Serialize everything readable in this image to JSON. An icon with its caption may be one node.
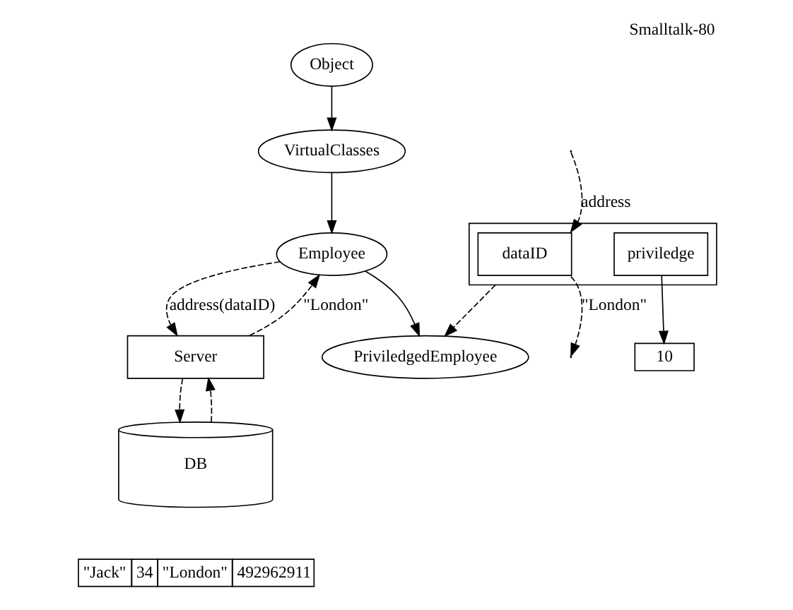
{
  "diagram": {
    "title": "Smalltalk-80",
    "nodes": [
      {
        "text": [
          "Object"
        ]
      },
      {
        "text": [
          "VirtualClasses"
        ]
      },
      {
        "text": [
          "Employee"
        ]
      },
      {
        "text": [
          "PriviledgedEmployee"
        ]
      },
      {
        "text": [
          "Server"
        ]
      },
      {
        "text": [
          "DB"
        ]
      },
      {
        "text": [
          "\"Jack\"",
          "34",
          "\"London\"",
          "492962911"
        ]
      },
      {
        "text": [],
        "shape": "box"
      },
      {
        "text": [
          "dataID"
        ],
        "in": 7
      },
      {
        "text": [
          "priviledge"
        ],
        "in": 7
      },
      {
        "text": [
          "10"
        ]
      }
    ],
    "edges": [
      {
        "from": 0,
        "to": 1,
        "arrow": "to"
      },
      {
        "from": 1,
        "to": 2,
        "arrow": "to"
      },
      {
        "from": 2,
        "to": 3,
        "arrow": "to"
      },
      {
        "from": 4,
        "to": 2,
        "arrow": "to",
        "style": "dashed",
        "label": "\"London\""
      },
      {
        "from": 2,
        "to": 4,
        "arrow": "to",
        "style": "dashed",
        "label": "address(dataID)"
      },
      {
        "from": 5,
        "to": 4,
        "arrow": "to",
        "style": "dashed"
      },
      {
        "from": 4,
        "to": 5,
        "arrow": "to",
        "style": "dashed"
      },
      {
        "from": 7,
        "to": 3,
        "arrow": "to",
        "style": "dashed"
      },
      {
        "from": null,
        "to": 8,
        "arrow": "to",
        "style": "dashed",
        "label": "address"
      },
      {
        "from": 8,
        "to": null,
        "arrow": "to",
        "style": "dashed",
        "label": "\"London\""
      },
      {
        "from": 9,
        "to": 10,
        "arrow": "to"
      }
    ]
  }
}
